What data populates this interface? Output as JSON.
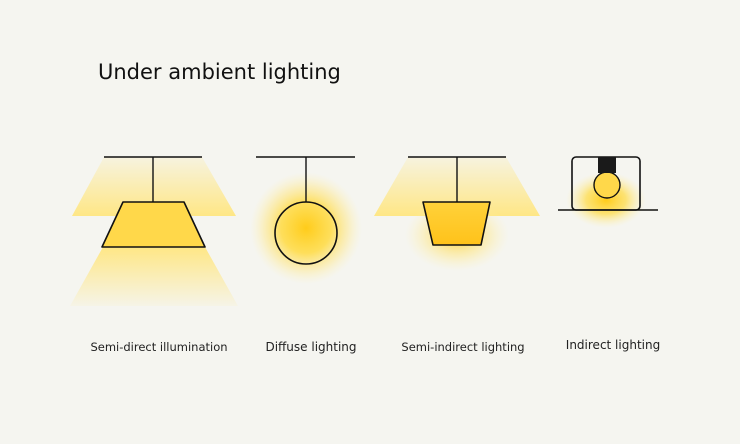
{
  "title": "Under ambient lighting",
  "fixtures": [
    {
      "id": "semi-direct",
      "label": "Semi-direct illumination"
    },
    {
      "id": "diffuse",
      "label": "Diffuse lighting"
    },
    {
      "id": "semi-indirect",
      "label": "Semi-indirect lighting"
    },
    {
      "id": "indirect",
      "label": "Indirect lighting"
    }
  ],
  "colors": {
    "background": "#f5f5f0",
    "light_core": "#ffcc1a",
    "light_glow": "#ffe680",
    "stroke": "#111111"
  },
  "icons": [
    "pendant-trapezoid-lamp",
    "globe-lamp",
    "bowl-lamp",
    "recessed-bulb"
  ]
}
